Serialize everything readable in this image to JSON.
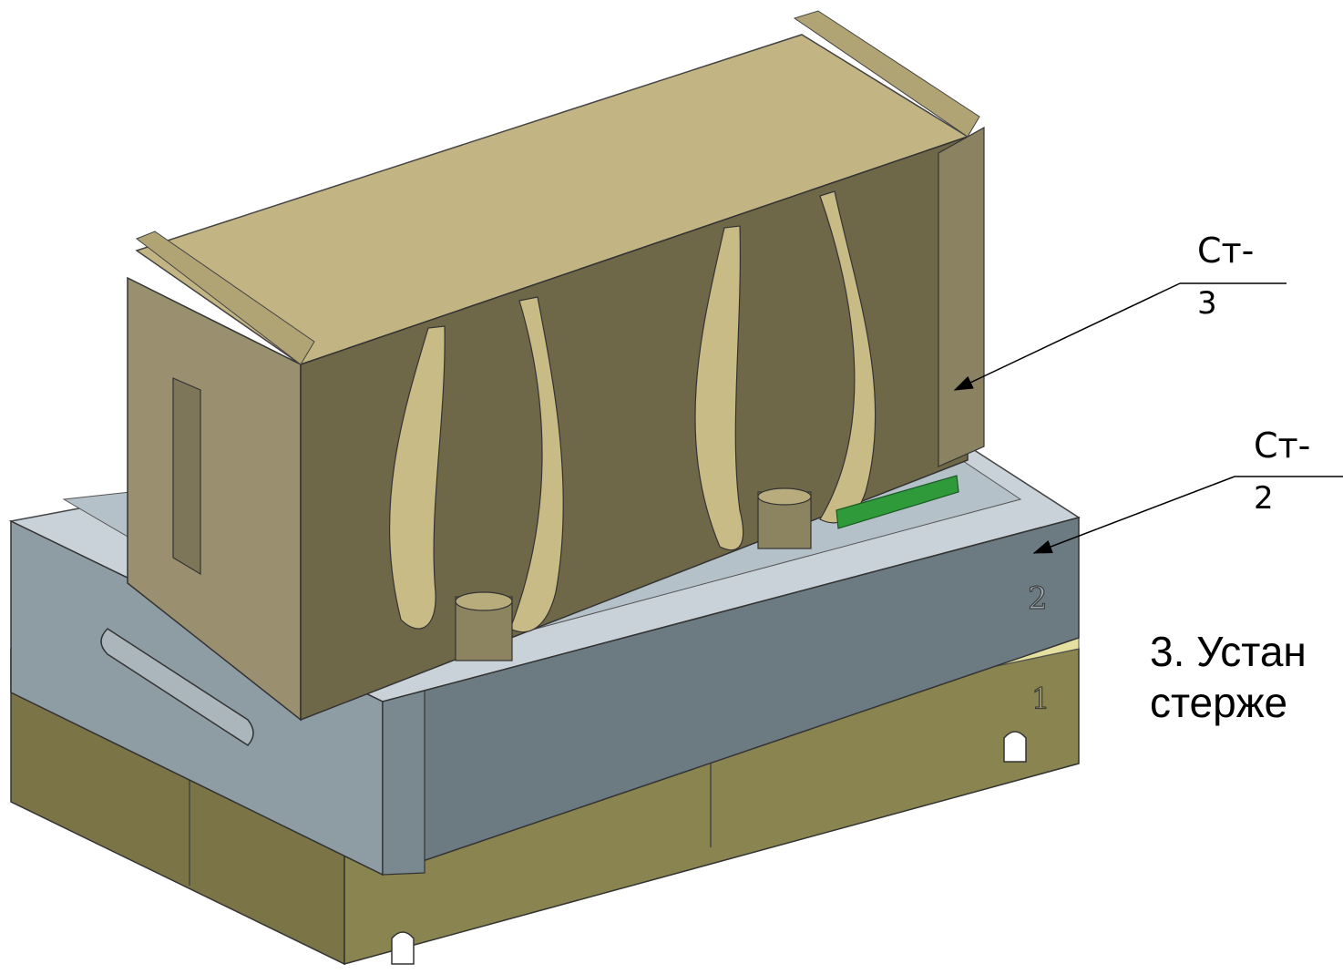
{
  "callouts": [
    {
      "line1": "Ст-",
      "line2": "3"
    },
    {
      "line1": "Ст-",
      "line2": "2"
    }
  ],
  "box_numbers": {
    "middle": "2",
    "bottom": "1"
  },
  "caption": {
    "line1": "3. Устан",
    "line2": "стерже"
  },
  "colors": {
    "core_top": "#c2b583",
    "core_front": "#6e6848",
    "core_side": "#9a9070",
    "flask_top": "#c8d2d8",
    "flask_front": "#6c7a82",
    "base_front": "#8a8450",
    "base_stripe": "#e6e0a0",
    "insert_green": "#2e9a3a"
  }
}
